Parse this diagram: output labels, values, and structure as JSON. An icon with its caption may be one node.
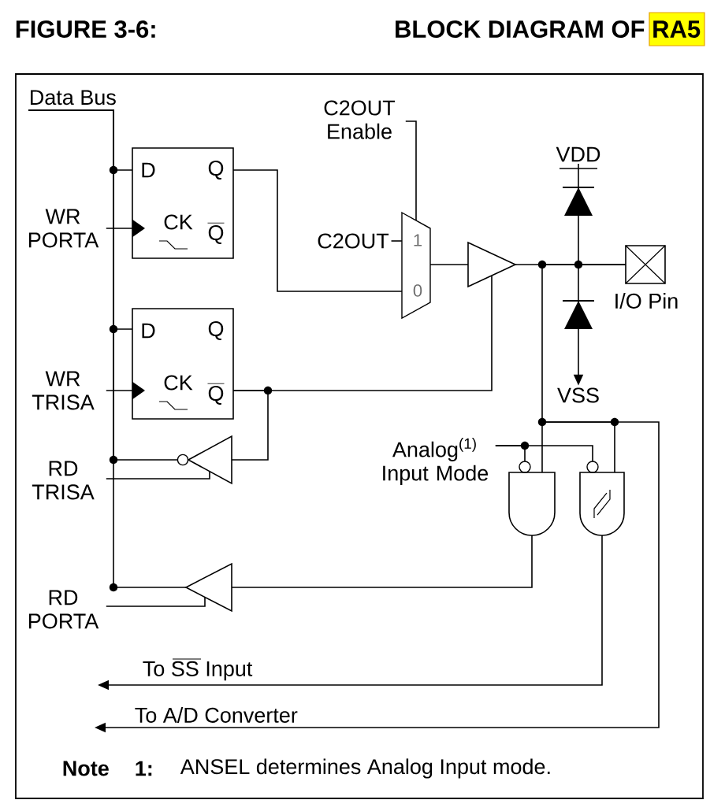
{
  "diagram": {
    "title": "BLOCK DIAGRAM OF RA5",
    "nodes": [
      {
        "text": [
          "Data Bus"
        ]
      },
      {
        "text": [
          "D",
          "Q",
          "CK",
          "Q"
        ]
      },
      {
        "text": [
          "WR PORTA"
        ]
      },
      {
        "text": [
          "D",
          "Q",
          "CK",
          "Q"
        ]
      },
      {
        "text": [
          "WR TRISA"
        ]
      },
      {
        "text": [
          "C2OUT Enable"
        ]
      },
      {
        "text": [
          "C2OUT"
        ]
      },
      {
        "text": [
          "1",
          "0"
        ]
      },
      {
        "text": [],
        "shape": "triangle"
      },
      {
        "text": [
          "VDD"
        ]
      },
      {
        "text": [],
        "shape": "diode"
      },
      {
        "text": [],
        "shape": "diode"
      },
      {
        "text": [
          "VSS"
        ]
      },
      {
        "text": [],
        "shape": "box",
        "beside": [
          "I/O Pin"
        ]
      },
      {
        "text": [
          "RD TRISA"
        ]
      },
      {
        "text": [],
        "shape": "triangle"
      },
      {
        "text": [
          "Analog$^{(1)}$ Input Mode"
        ]
      },
      {
        "text": [],
        "shape": "gate"
      },
      {
        "text": [],
        "shape": "gate"
      },
      {
        "text": [
          "RD PORTA"
        ]
      },
      {
        "text": [],
        "shape": "triangle"
      }
    ],
    "edges": [
      {
        "from": 0,
        "to": 1,
        "arrow": "none"
      },
      {
        "from": 0,
        "to": 3,
        "arrow": "none"
      },
      {
        "from": 15,
        "to": 0,
        "arrow": "none"
      },
      {
        "from": 20,
        "to": 0,
        "arrow": "none"
      },
      {
        "from": 2,
        "to": 1,
        "arrow": "to"
      },
      {
        "from": 4,
        "to": 3,
        "arrow": "to"
      },
      {
        "from": 1,
        "to": 7,
        "arrow": "none"
      },
      {
        "from": 6,
        "to": 7,
        "arrow": "none"
      },
      {
        "from": 5,
        "to": 7,
        "arrow": "none"
      },
      {
        "from": 7,
        "to": 8,
        "arrow": "none"
      },
      {
        "from": 8,
        "to": 13,
        "arrow": "none"
      },
      {
        "from": 3,
        "to": 8,
        "arrow": "none"
      },
      {
        "from": 3,
        "to": 15,
        "arrow": "none"
      },
      {
        "from": 14,
        "to": 15,
        "arrow": "none"
      },
      {
        "from": 9,
        "to": 10,
        "arrow": "none"
      },
      {
        "from": 10,
        "to": 13,
        "arrow": "none"
      },
      {
        "from": 11,
        "to": 13,
        "arrow": "none"
      },
      {
        "from": 11,
        "to": 12,
        "arrow": "to"
      },
      {
        "from": 13,
        "to": 17,
        "arrow": "none"
      },
      {
        "from": 13,
        "to": 18,
        "arrow": "none"
      },
      {
        "from": 13,
        "to": null,
        "arrow": "to",
        "label": "To A/D Converter"
      },
      {
        "from": 16,
        "to": 17,
        "arrow": "other"
      },
      {
        "from": 16,
        "to": 18,
        "arrow": "other"
      },
      {
        "from": 17,
        "to": 20,
        "arrow": "none"
      },
      {
        "from": 19,
        "to": 20,
        "arrow": "none"
      },
      {
        "from": 18,
        "to": null,
        "arrow": "to",
        "label": "To SS Input"
      }
    ],
    "labels": [
      "FIGURE 3-6:",
      "Note",
      "1:",
      "ANSEL determines Analog Input mode."
    ]
  }
}
